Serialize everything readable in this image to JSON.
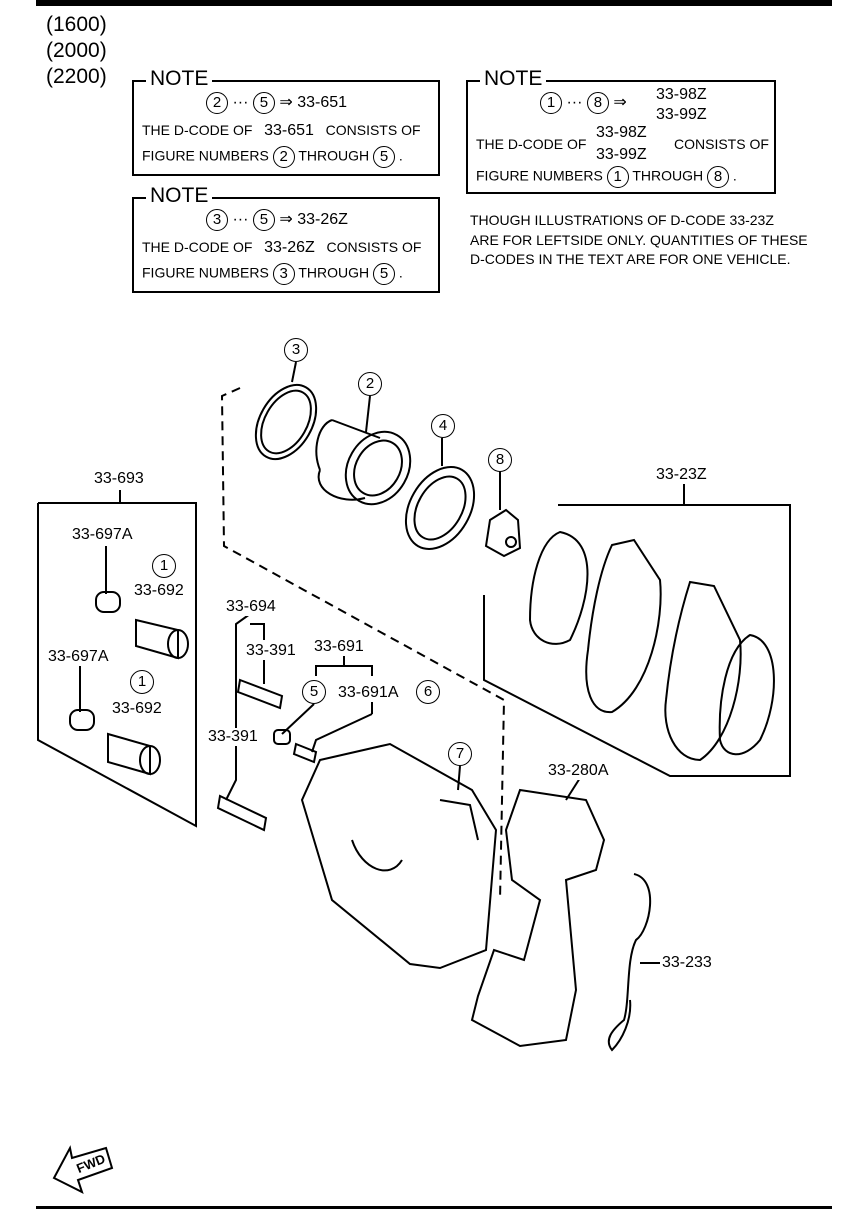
{
  "engines": [
    "(1600)",
    "(2000)",
    "(2200)"
  ],
  "note1": {
    "title": "NOTE",
    "range_start": "2",
    "dots": "···",
    "range_end": "5",
    "arrow": "⇒",
    "code": "33-651",
    "line1_pre": "THE D-CODE OF",
    "line1_code": "33-651",
    "line1_post": "CONSISTS OF",
    "line2_pre": "FIGURE NUMBERS",
    "from": "2",
    "through": "THROUGH",
    "to": "5",
    "period": "."
  },
  "note2": {
    "title": "NOTE",
    "range_start": "3",
    "dots": "···",
    "range_end": "5",
    "arrow": "⇒",
    "code": "33-26Z",
    "line1_pre": "THE D-CODE OF",
    "line1_code": "33-26Z",
    "line1_post": "CONSISTS OF",
    "line2_pre": "FIGURE NUMBERS",
    "from": "3",
    "through": "THROUGH",
    "to": "5",
    "period": "."
  },
  "note3": {
    "title": "NOTE",
    "range_start": "1",
    "dots": "···",
    "range_end": "8",
    "arrow": "⇒",
    "code_a": "33-98Z",
    "code_b": "33-99Z",
    "line1_pre": "THE D-CODE OF",
    "line1_code_a": "33-98Z",
    "line1_code_b": "33-99Z",
    "line1_post": "CONSISTS OF",
    "line2_pre": "FIGURE NUMBERS",
    "from": "1",
    "through": "THROUGH",
    "to": "8",
    "period": "."
  },
  "remark": {
    "line1": "THOUGH ILLUSTRATIONS OF D-CODE 33-23Z",
    "line2": "ARE FOR LEFTSIDE ONLY. QUANTITIES OF THESE",
    "line3": "D-CODES IN THE TEXT ARE FOR ONE VEHICLE."
  },
  "callouts": {
    "c1a": "1",
    "c1b": "1",
    "c2": "2",
    "c3": "3",
    "c4": "4",
    "c5": "5",
    "c6": "6",
    "c7": "7",
    "c8": "8"
  },
  "labels": {
    "k33_693": "33-693",
    "k33_697A_a": "33-697A",
    "k33_692_a": "33-692",
    "k33_697A_b": "33-697A",
    "k33_692_b": "33-692",
    "k33_694": "33-694",
    "k33_391_a": "33-391",
    "k33_391_b": "33-391",
    "k33_691": "33-691",
    "k33_691A": "33-691A",
    "k33_23Z": "33-23Z",
    "k33_280A": "33-280A",
    "k33_233": "33-233"
  },
  "fwd": "FWD"
}
